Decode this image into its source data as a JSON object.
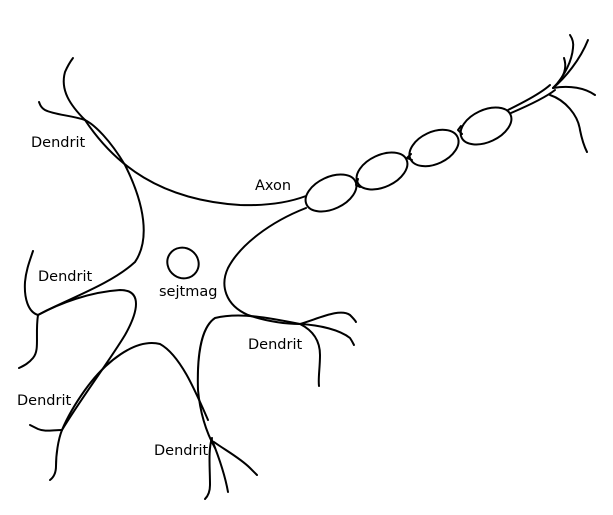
{
  "colors": {
    "line": "#000000",
    "background": "#ffffff"
  },
  "labels": {
    "dendrite_1": "Dendrit",
    "dendrite_2": "Dendrit",
    "dendrite_3": "Dendrit",
    "dendrite_4": "Dendrit",
    "dendrite_5": "Dendrit",
    "axon": "Axon",
    "nucleus": "sejtmag"
  }
}
